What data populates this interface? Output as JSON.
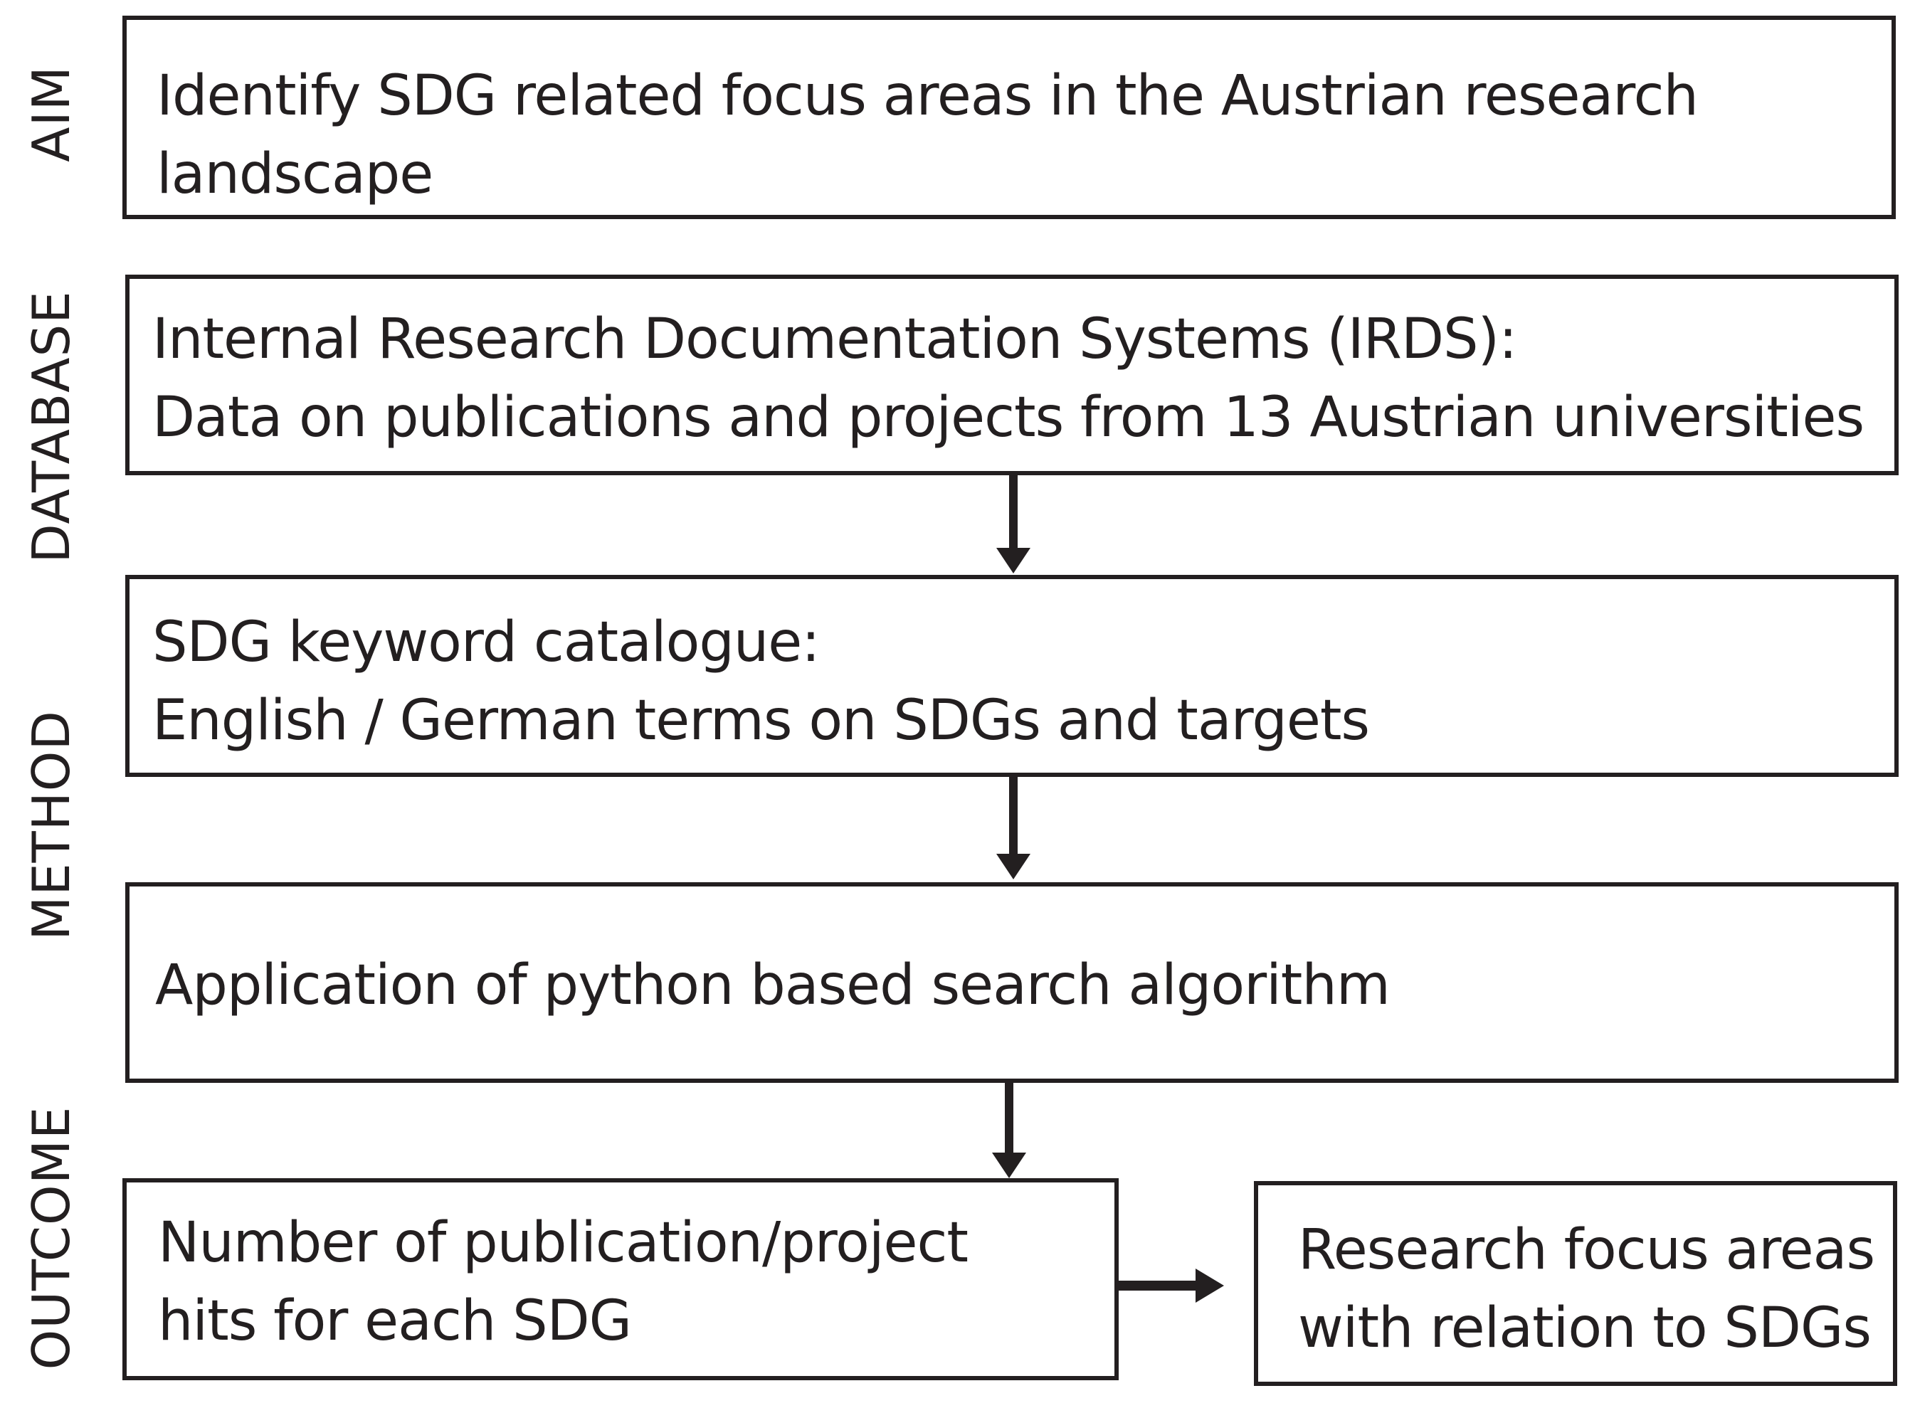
{
  "side_labels": {
    "aim": "AIM",
    "database": "DATABASE",
    "method": "METHOD",
    "outcome": "OUTCOME"
  },
  "boxes": {
    "aim": {
      "line1": "Identify SDG related focus areas in the Austrian research",
      "line2": "landscape"
    },
    "database": {
      "line1": "Internal Research Documentation Systems (IRDS):",
      "line2": "Data on publications and projects from 13 Austrian universities"
    },
    "keywords": {
      "line1": "SDG keyword catalogue:",
      "line2": "English / German terms on SDGs and targets"
    },
    "algorithm": {
      "line1": "Application of python based search algorithm"
    },
    "hits": {
      "line1": "Number of publication/project",
      "line2": "hits for each SDG"
    },
    "focus": {
      "line1": "Research focus areas",
      "line2": "with relation to SDGs"
    }
  }
}
